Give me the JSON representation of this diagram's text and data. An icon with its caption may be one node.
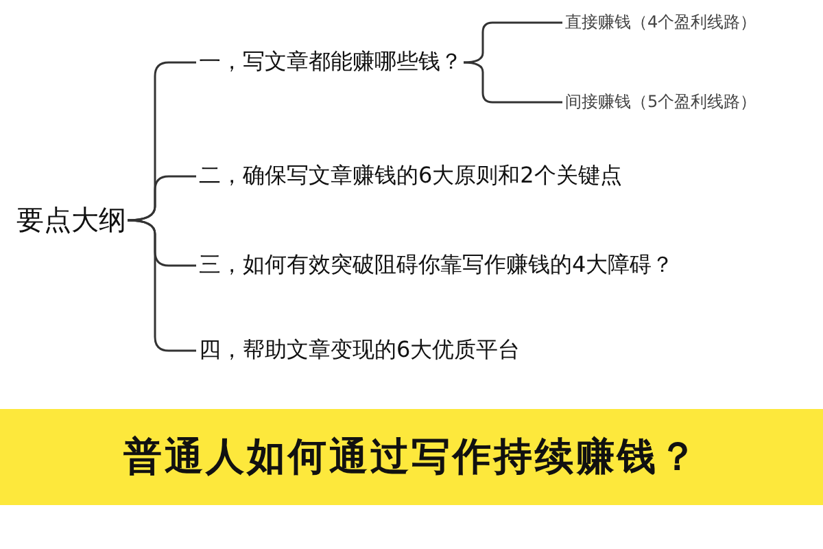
{
  "diagram": {
    "title": "普通人如何通过写作持续赚钱？",
    "nodes": [
      {
        "text": [
          "要点大纲"
        ]
      },
      {
        "text": [
          "一，写文章都能赚哪些钱？"
        ]
      },
      {
        "text": [
          "直接赚钱（4个盈利线路）"
        ]
      },
      {
        "text": [
          "间接赚钱（5个盈利线路）"
        ]
      },
      {
        "text": [
          "二，确保写文章赚钱的6大原则和2个关键点"
        ]
      },
      {
        "text": [
          "三，如何有效突破阻碍你靠写作赚钱的4大障碍？"
        ]
      },
      {
        "text": [
          "四，帮助文章变现的6大优质平台"
        ]
      }
    ],
    "edges": [
      {
        "from": 0,
        "to": 1,
        "arrow": "none"
      },
      {
        "from": 0,
        "to": 4,
        "arrow": "none"
      },
      {
        "from": 0,
        "to": 5,
        "arrow": "none"
      },
      {
        "from": 0,
        "to": 6,
        "arrow": "none"
      },
      {
        "from": 1,
        "to": 2,
        "arrow": "none"
      },
      {
        "from": 1,
        "to": 3,
        "arrow": "none"
      }
    ]
  }
}
